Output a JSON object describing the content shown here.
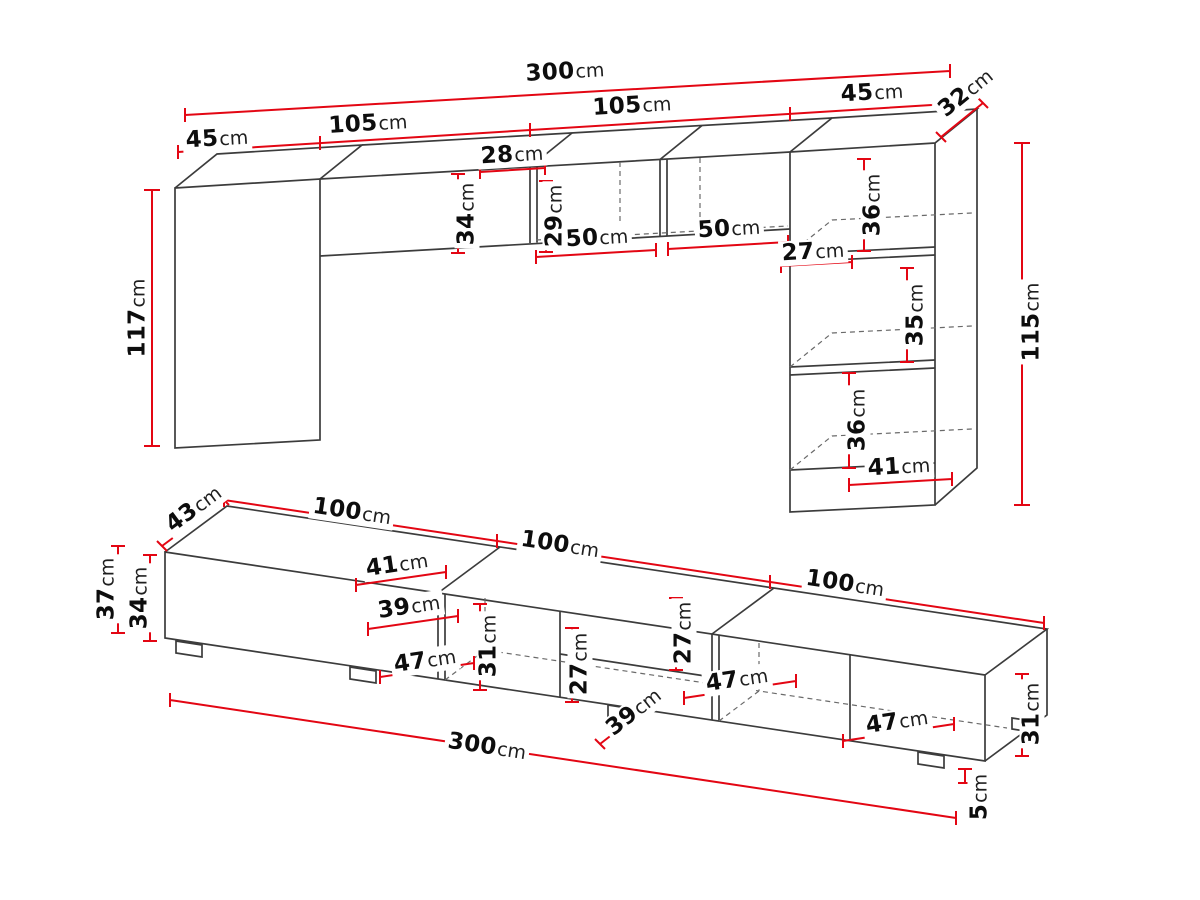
{
  "colors": {
    "dimension_line": "#e30613",
    "outline": "#3c3c3c"
  },
  "upper": {
    "label": "wall-cabinet-unit",
    "dims": [
      {
        "id": "total-width",
        "v": "300",
        "u": "cm"
      },
      {
        "id": "segment-left",
        "v": "45",
        "u": "cm"
      },
      {
        "id": "segment-a",
        "v": "105",
        "u": "cm"
      },
      {
        "id": "segment-b",
        "v": "105",
        "u": "cm"
      },
      {
        "id": "segment-right",
        "v": "45",
        "u": "cm"
      },
      {
        "id": "depth",
        "v": "32",
        "u": "cm"
      },
      {
        "id": "detail-width",
        "v": "28",
        "u": "cm"
      },
      {
        "id": "cabinet-height",
        "v": "34",
        "u": "cm"
      },
      {
        "id": "opening-height",
        "v": "29",
        "u": "cm"
      },
      {
        "id": "shelf-width-a",
        "v": "50",
        "u": "cm"
      },
      {
        "id": "shelf-width-b",
        "v": "50",
        "u": "cm"
      },
      {
        "id": "opening-width",
        "v": "27",
        "u": "cm"
      },
      {
        "id": "shelf-height-top",
        "v": "36",
        "u": "cm"
      },
      {
        "id": "shelf-height-middle",
        "v": "35",
        "u": "cm"
      },
      {
        "id": "shelf-height-bottom",
        "v": "36",
        "u": "cm"
      },
      {
        "id": "shelf-width-bottom",
        "v": "41",
        "u": "cm"
      },
      {
        "id": "right-cabinet-height",
        "v": "115",
        "u": "cm"
      },
      {
        "id": "left-cabinet-height",
        "v": "117",
        "u": "cm"
      }
    ]
  },
  "lower": {
    "label": "tv-stand",
    "dims": [
      {
        "id": "depth",
        "v": "43",
        "u": "cm"
      },
      {
        "id": "section-a",
        "v": "100",
        "u": "cm"
      },
      {
        "id": "section-b",
        "v": "100",
        "u": "cm"
      },
      {
        "id": "section-c",
        "v": "100",
        "u": "cm"
      },
      {
        "id": "overall-height",
        "v": "37",
        "u": "cm"
      },
      {
        "id": "carcass-height",
        "v": "34",
        "u": "cm"
      },
      {
        "id": "inner-width-41",
        "v": "41",
        "u": "cm"
      },
      {
        "id": "inner-width-39",
        "v": "39",
        "u": "cm"
      },
      {
        "id": "inner-width-47-a",
        "v": "47",
        "u": "cm"
      },
      {
        "id": "inner-height-31",
        "v": "31",
        "u": "cm"
      },
      {
        "id": "inner-height-27-a",
        "v": "27",
        "u": "cm"
      },
      {
        "id": "inner-height-27-b",
        "v": "27",
        "u": "cm"
      },
      {
        "id": "inner-depth-39",
        "v": "39",
        "u": "cm"
      },
      {
        "id": "inner-width-47-b",
        "v": "47",
        "u": "cm"
      },
      {
        "id": "inner-width-47-c",
        "v": "47",
        "u": "cm"
      },
      {
        "id": "end-height-31",
        "v": "31",
        "u": "cm"
      },
      {
        "id": "total-length",
        "v": "300",
        "u": "cm"
      },
      {
        "id": "foot-height",
        "v": "5",
        "u": "cm"
      }
    ]
  }
}
